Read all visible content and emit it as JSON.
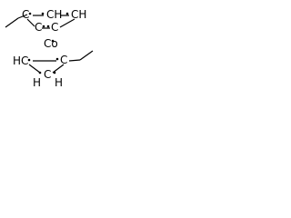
{
  "structure": {
    "metal": {
      "label": "Co"
    },
    "upper_ring": {
      "labels": {
        "left_carbon": "C",
        "top_carbon": "CH",
        "right_carbon": "CH",
        "lower_right_carbon": "C",
        "lower_left_carbon": "C"
      }
    },
    "lower_ring": {
      "labels": {
        "upper_left_carbon": "HC",
        "upper_right_carbon": "C",
        "lower_left_carbon": "H",
        "lower_right_carbon": "H",
        "bottom_carbon": "C"
      }
    },
    "radical_marker": "•",
    "colors": {
      "ink": "#000000",
      "background": "#ffffff"
    }
  }
}
